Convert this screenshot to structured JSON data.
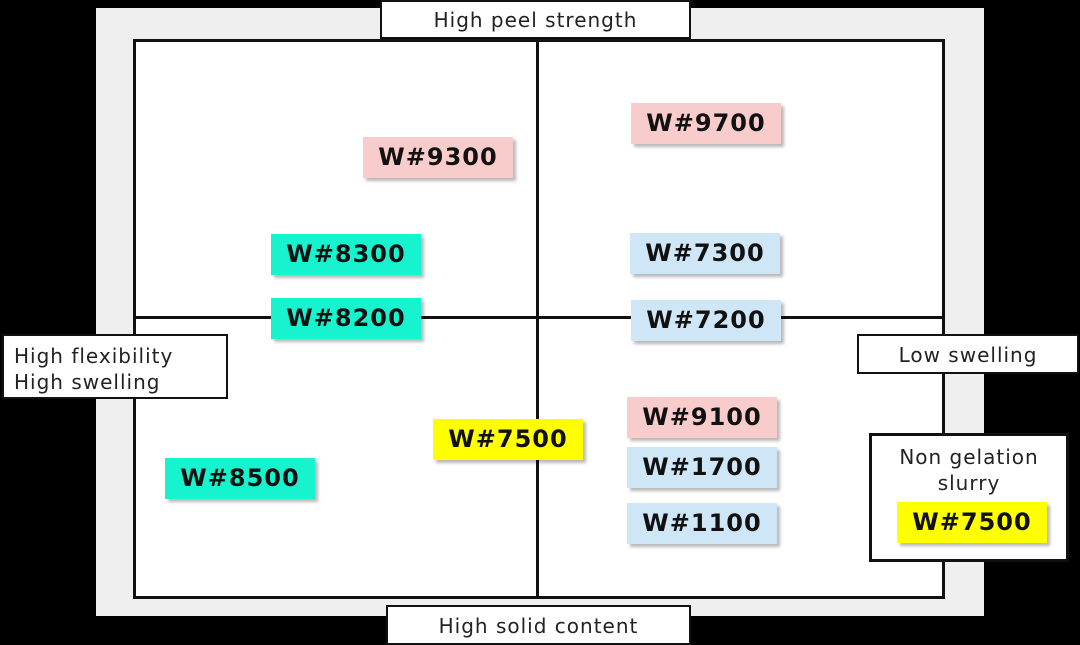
{
  "axes": {
    "top": "High peel strength",
    "bottom": "High solid content",
    "left_line1": "High flexibility",
    "left_line2": "High swelling",
    "right": "Low swelling"
  },
  "legend": {
    "title_line1": "Non gelation",
    "title_line2": "slurry",
    "label": "W#7500",
    "color": "#ffff00"
  },
  "colors": {
    "pink": "#f8cccb",
    "teal": "#17f3cf",
    "blue": "#cfe6f7",
    "yellow": "#ffff00"
  },
  "products": [
    {
      "label": "W#9300",
      "color": "pink"
    },
    {
      "label": "W#9700",
      "color": "pink"
    },
    {
      "label": "W#8300",
      "color": "teal"
    },
    {
      "label": "W#7300",
      "color": "blue"
    },
    {
      "label": "W#8200",
      "color": "teal"
    },
    {
      "label": "W#7200",
      "color": "blue"
    },
    {
      "label": "W#9100",
      "color": "pink"
    },
    {
      "label": "W#7500",
      "color": "yellow"
    },
    {
      "label": "W#1700",
      "color": "blue"
    },
    {
      "label": "W#8500",
      "color": "teal"
    },
    {
      "label": "W#1100",
      "color": "blue"
    }
  ]
}
